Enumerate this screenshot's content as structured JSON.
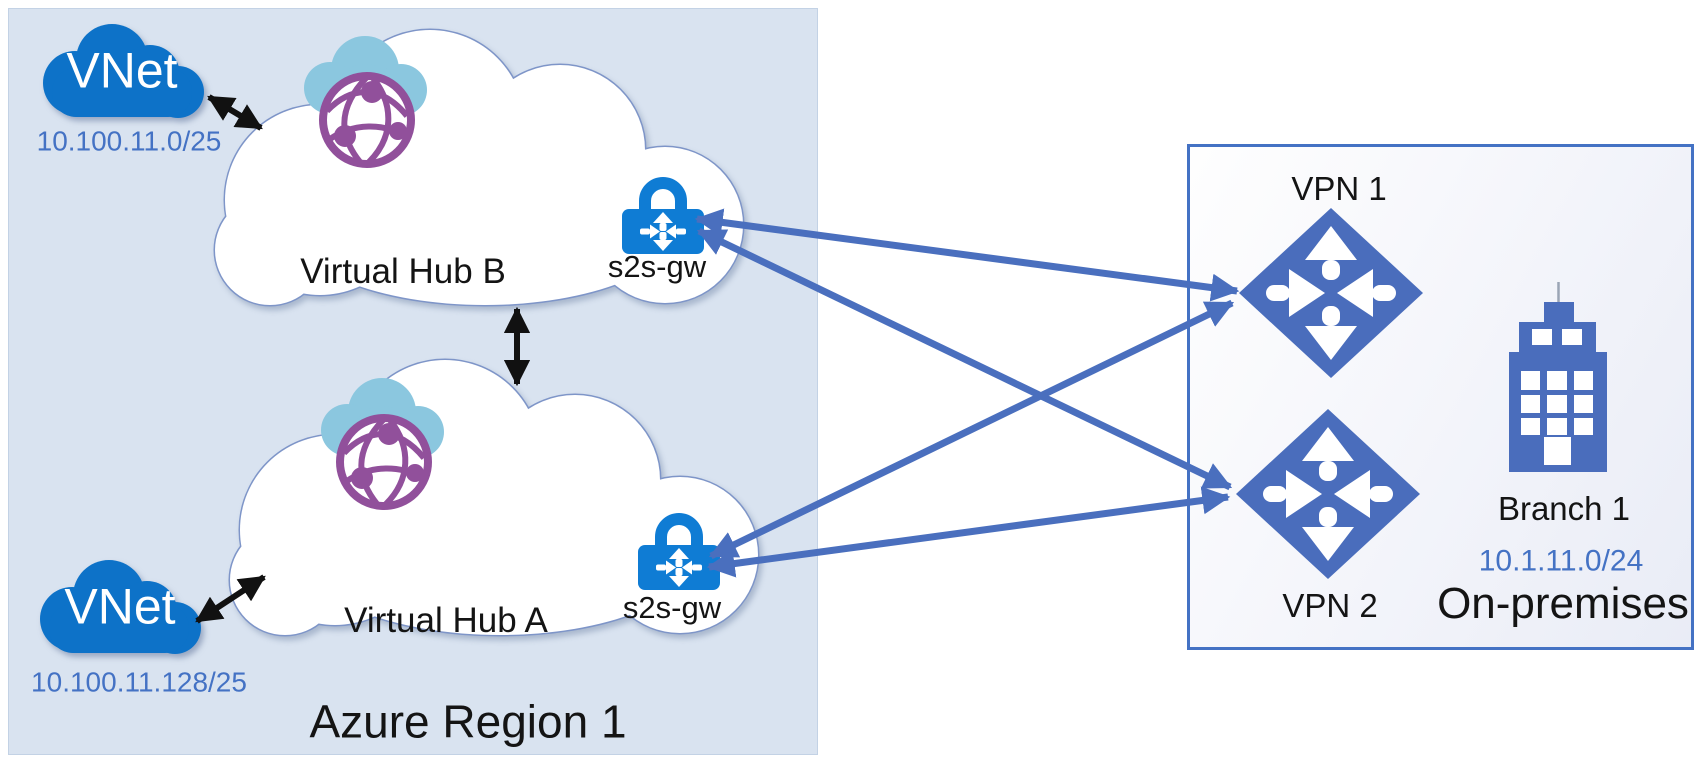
{
  "azure_region": {
    "label": "Azure Region 1",
    "vnets": [
      {
        "label": "VNet",
        "cidr": "10.100.11.0/25"
      },
      {
        "label": "VNet",
        "cidr": "10.100.11.128/25"
      }
    ],
    "hubs": [
      {
        "label": "Virtual Hub B",
        "gateway_label": "s2s-gw"
      },
      {
        "label": "Virtual Hub A",
        "gateway_label": "s2s-gw"
      }
    ]
  },
  "on_premises": {
    "label": "On-premises",
    "vpn_sites": [
      {
        "label": "VPN 1"
      },
      {
        "label": "VPN 2"
      }
    ],
    "branch": {
      "label": "Branch 1",
      "cidr": "10.1.11.0/24"
    }
  },
  "links": [
    {
      "from": "vnet-10.100.11.0/25",
      "to": "virtual-hub-b",
      "type": "vnet-connection",
      "arrows": "both",
      "color": "black"
    },
    {
      "from": "vnet-10.100.11.128/25",
      "to": "virtual-hub-a",
      "type": "vnet-connection",
      "arrows": "both",
      "color": "black"
    },
    {
      "from": "virtual-hub-b",
      "to": "virtual-hub-a",
      "type": "hub-to-hub",
      "arrows": "both",
      "color": "black"
    },
    {
      "from": "virtual-hub-b-s2s-gw",
      "to": "vpn-1",
      "type": "site-to-site-vpn",
      "arrows": "both",
      "color": "blue"
    },
    {
      "from": "virtual-hub-b-s2s-gw",
      "to": "vpn-2",
      "type": "site-to-site-vpn",
      "arrows": "both",
      "color": "blue"
    },
    {
      "from": "virtual-hub-a-s2s-gw",
      "to": "vpn-1",
      "type": "site-to-site-vpn",
      "arrows": "both",
      "color": "blue"
    },
    {
      "from": "virtual-hub-a-s2s-gw",
      "to": "vpn-2",
      "type": "site-to-site-vpn",
      "arrows": "both",
      "color": "blue"
    }
  ],
  "colors": {
    "region_bg": "#d9e3f0",
    "hub_cloud_border": "#7e95c8",
    "vnet_cloud_blue": "#0d72c8",
    "gateway_lock_blue": "#0f7cd4",
    "connection_arrow_blue": "#4a6fbe",
    "device_blue": "#4a6dbc",
    "globe_purple": "#91509b",
    "globe_cloud_cyan": "#8bc7df",
    "ip_text_blue": "#4472c4",
    "onprem_border": "#4472c4"
  }
}
